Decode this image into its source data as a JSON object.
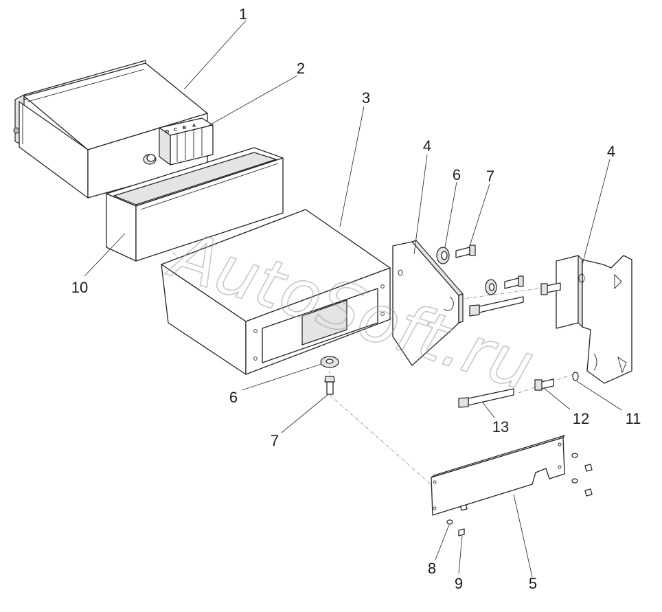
{
  "diagram": {
    "callouts": [
      "1",
      "2",
      "3",
      "4",
      "4",
      "6",
      "7",
      "10",
      "6",
      "7",
      "13",
      "12",
      "11",
      "8",
      "9",
      "5"
    ],
    "connector_letters": [
      "D",
      "C",
      "B",
      "A"
    ],
    "watermark": "AutoSoft.ru"
  }
}
